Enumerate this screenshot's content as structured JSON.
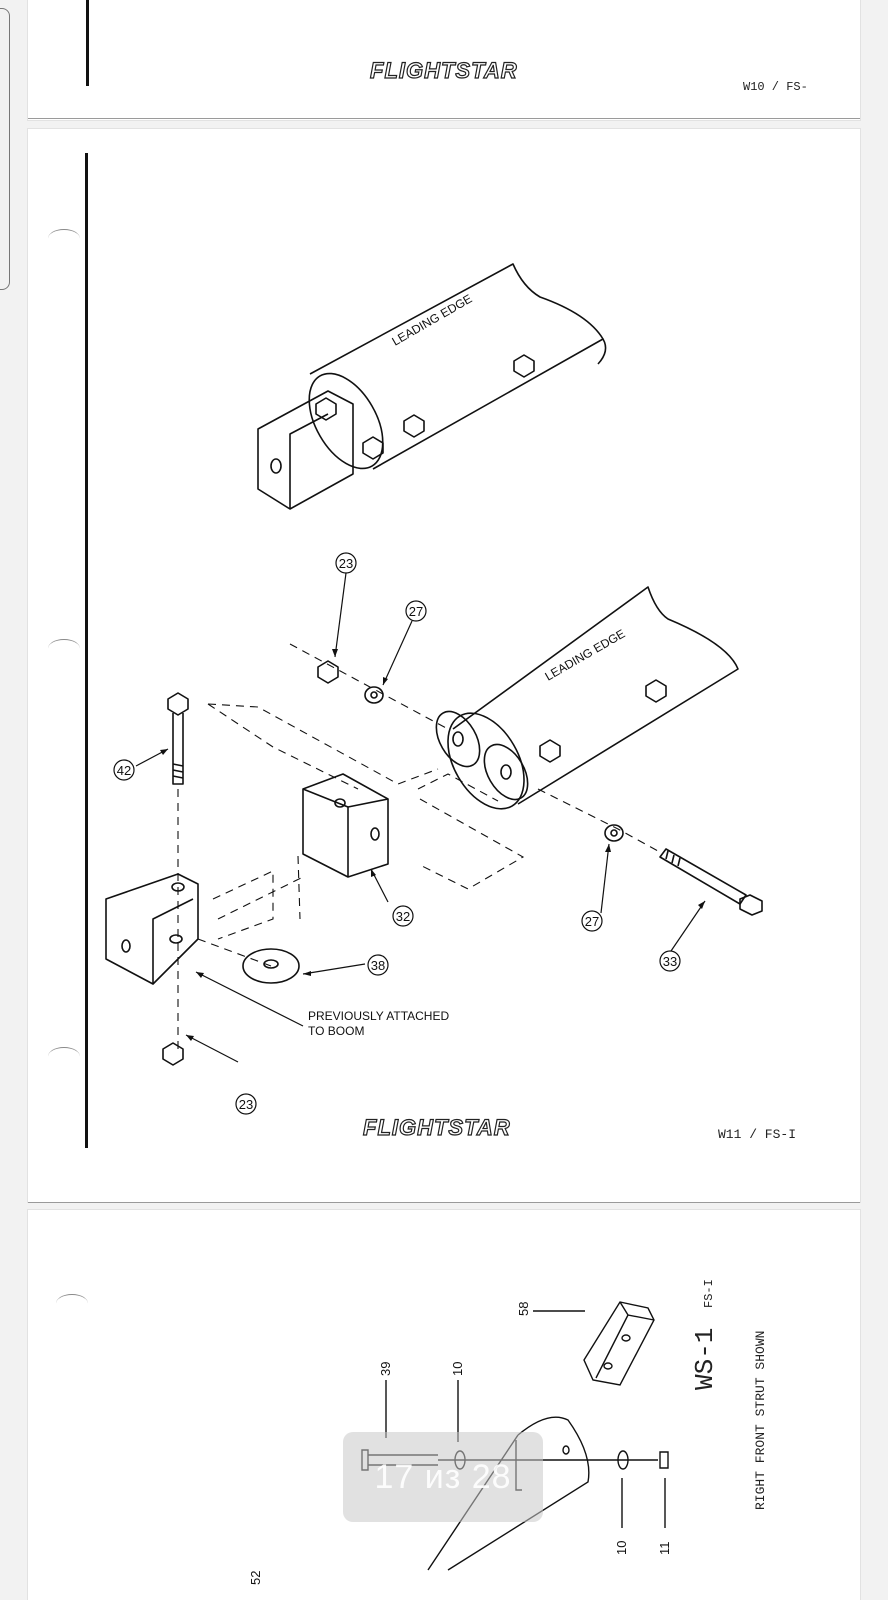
{
  "viewer": {
    "page_indicator": "17 из 28"
  },
  "page_top": {
    "brand": "FLIGHTSTAR",
    "page_code": "W10 / FS-"
  },
  "page_main": {
    "brand": "FLIGHTSTAR",
    "page_code": "W11 / FS-I",
    "labels": {
      "leading_edge_upper": "LEADING EDGE",
      "leading_edge_lower": "LEADING EDGE",
      "prev_attached_line1": "PREVIOUSLY ATTACHED",
      "prev_attached_line2": "TO BOOM"
    },
    "callouts": {
      "c23_top": "23",
      "c27_top": "27",
      "c42": "42",
      "c32": "32",
      "c38": "38",
      "c27_bottom": "27",
      "c33": "33",
      "c23_bottom": "23"
    }
  },
  "page_bottom": {
    "title": "WS-1",
    "subtitle": "FS-I",
    "caption": "RIGHT FRONT STRUT SHOWN",
    "parts": {
      "p58": "58",
      "p39": "39",
      "p10_upper": "10",
      "p10_lower": "10",
      "p11": "11",
      "p52": "52"
    }
  }
}
